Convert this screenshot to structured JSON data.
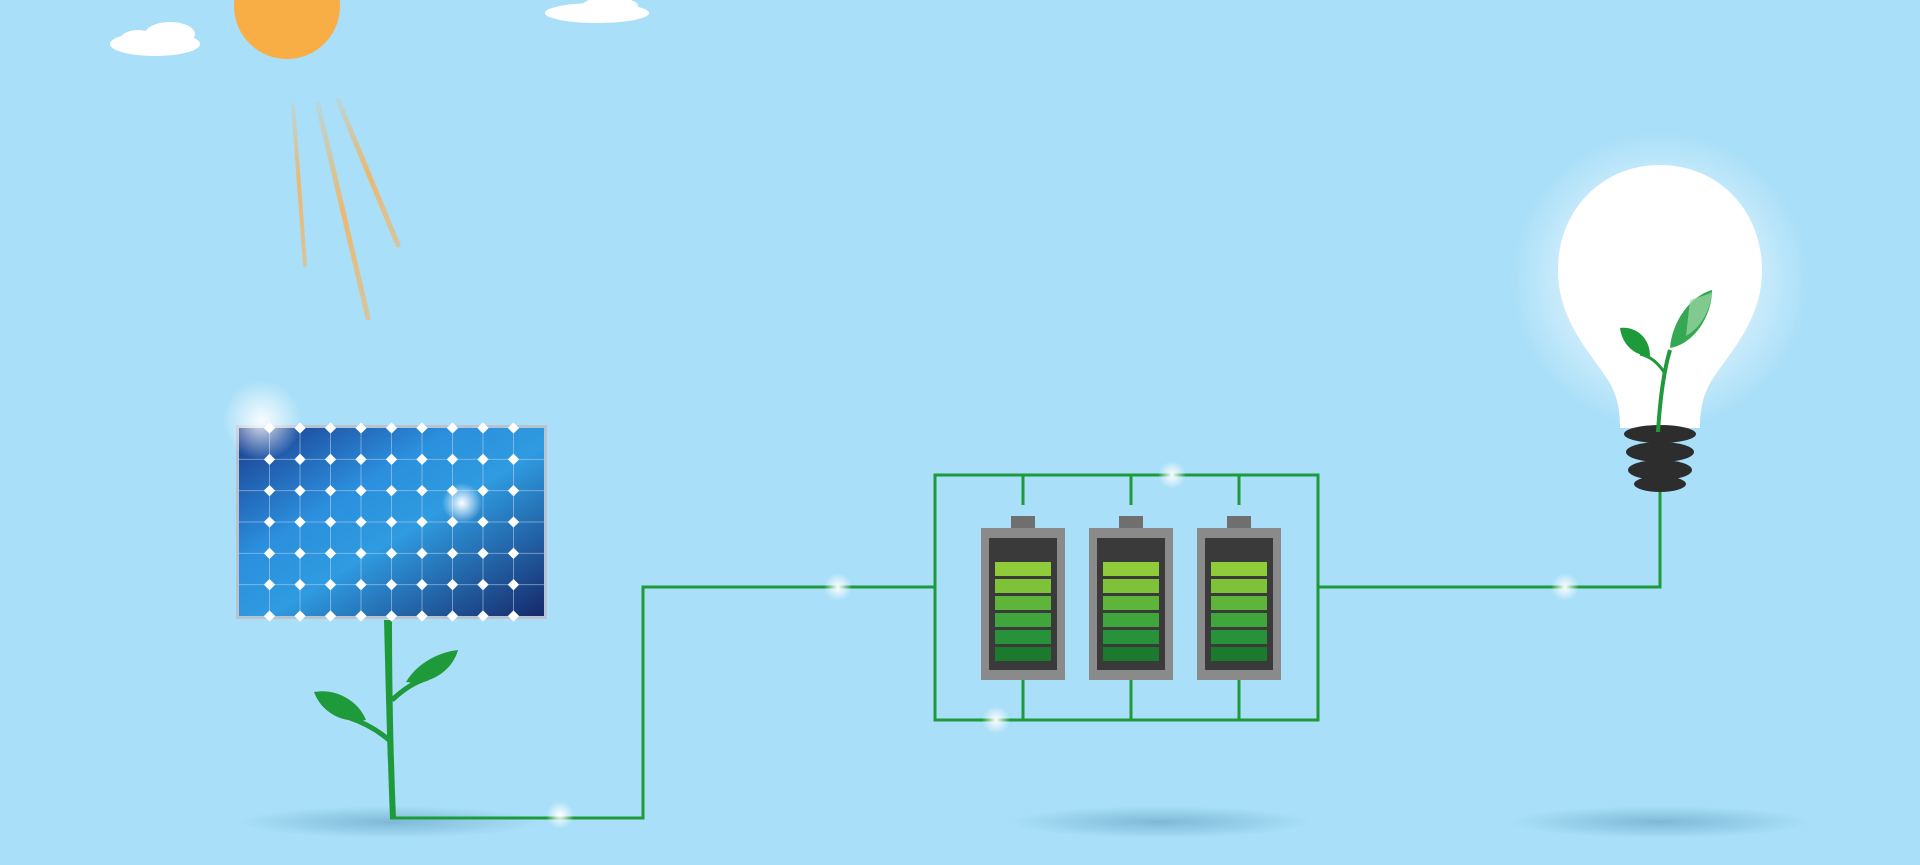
{
  "scene": {
    "description_visible_text": "",
    "icons": {
      "sun": "sun-icon",
      "clouds": "cloud-icon",
      "solar_panel": "solar-panel-icon",
      "plant": "sprout-icon",
      "batteries": "battery-icon",
      "bulb": "light-bulb-icon"
    },
    "colors": {
      "sky": "#a9dff8",
      "sun": "#f9ad45",
      "sun_ray": "#f3b462",
      "cloud": "#ffffff",
      "panel_dark": "#1c2f7a",
      "panel_light": "#2f9be0",
      "panel_frame": "#b9c3cf",
      "wire": "#1e9a3a",
      "leaf": "#1f9a3b",
      "battery_body": "#8a8a8a",
      "battery_inner": "#3a3a3a",
      "battery_bar_light": "#8fcc3a",
      "battery_bar_dark": "#1b7a2e",
      "bulb_glass": "#ffffff",
      "bulb_base": "#2d2d2d",
      "shadow": "#7fb7d4"
    },
    "batteries": [
      {
        "level": 1.0
      },
      {
        "level": 1.0
      },
      {
        "level": 1.0
      }
    ]
  }
}
